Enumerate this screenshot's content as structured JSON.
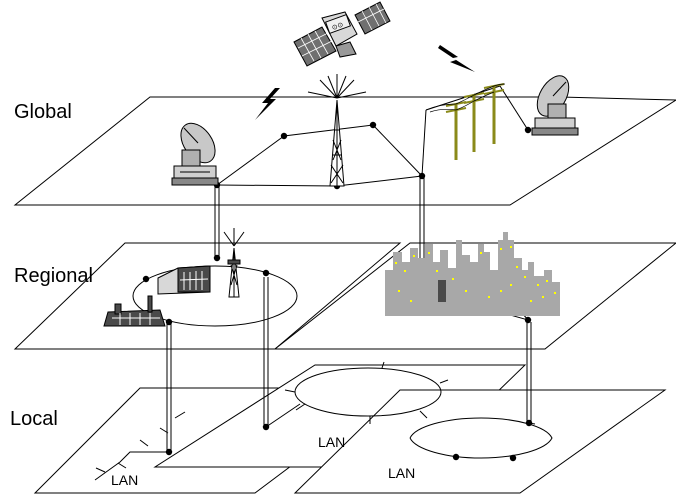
{
  "levels": {
    "global": "Global",
    "regional": "Regional",
    "local": "Local"
  },
  "lan_labels": [
    "LAN",
    "LAN",
    "LAN"
  ],
  "colors": {
    "line": "#000000",
    "equipment_gray": "#c8c8c8",
    "equipment_dark": "#4a4a4a",
    "city_gray": "#a8a8a8",
    "city_lights": "#ffff00",
    "poles": "#8a8a1a",
    "satellite_panel": "#707070"
  },
  "icons": [
    "satellite-icon",
    "satellite-dish-icon",
    "radio-tower-icon",
    "power-poles-icon",
    "factory-icon",
    "city-skyline-icon",
    "lightning-icon"
  ]
}
